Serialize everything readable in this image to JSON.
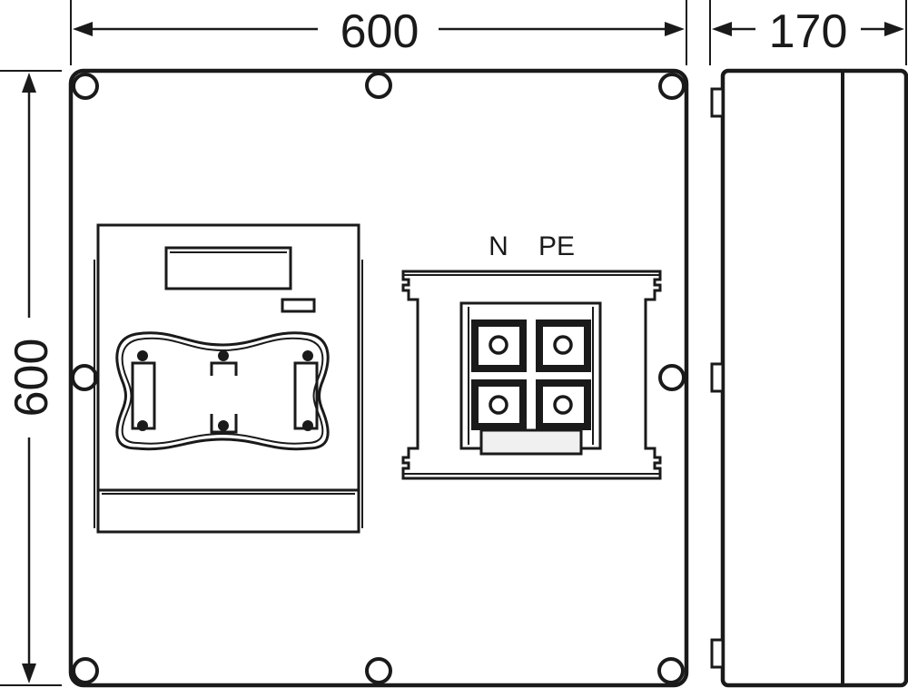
{
  "dimensions": {
    "width": "600",
    "height": "600",
    "depth": "170"
  },
  "terminal_labels": {
    "neutral": "N",
    "protective_earth": "PE"
  }
}
